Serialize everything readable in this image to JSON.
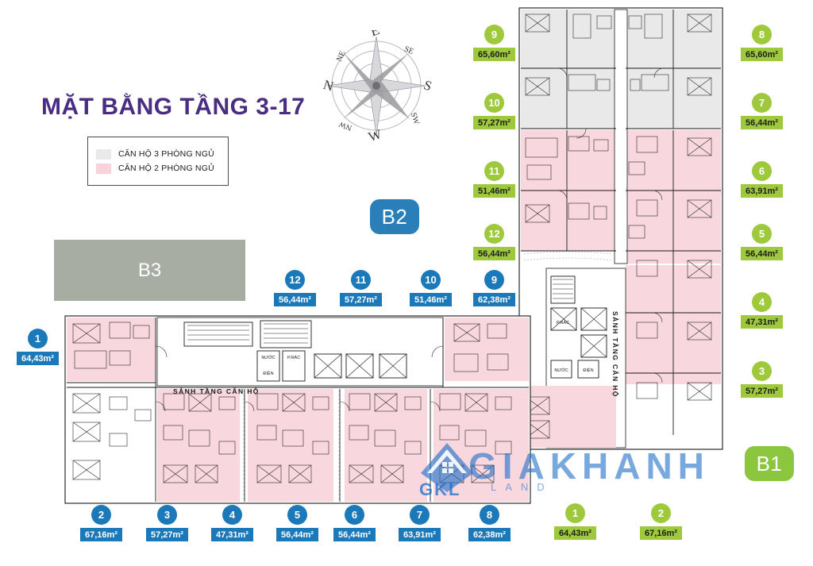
{
  "title": "MẶT BẰNG TẦNG 3-17",
  "legend": {
    "items": [
      {
        "label": "CĂN HỘ 3 PHÒNG NGỦ",
        "color": "#e9e9ea"
      },
      {
        "label": "CĂN HỘ 2 PHÒNG NGỦ",
        "color": "#f9d3dc"
      }
    ]
  },
  "blocks": {
    "b1": "B1",
    "b2": "B2",
    "b3": "B3"
  },
  "colors": {
    "blue": "#1b79ba",
    "green": "#9ec93c",
    "title_purple": "#4a2c83",
    "pink": "#f8d7de",
    "gray": "#e9e9ea",
    "b3_plate": "#a8ada3"
  },
  "compass": {
    "labels": [
      "E",
      "SE",
      "S",
      "SW",
      "W",
      "NW",
      "N",
      "NE"
    ]
  },
  "corridor_labels": {
    "left": "SẢNH TẦNG CĂN HỘ",
    "right": "SẢNH TẦNG CĂN HỘ",
    "core": [
      "P.RÁC",
      "NƯỚC",
      "ĐIỆN"
    ]
  },
  "watermark": {
    "main": "GIAKHANH",
    "sub": "LAND",
    "logo": "GKL"
  },
  "badges": {
    "left_side": [
      {
        "number": "1",
        "area": "64,43m²",
        "color": "blue"
      }
    ],
    "top_middle_row": [
      {
        "number": "12",
        "area": "56,44m²",
        "color": "blue"
      },
      {
        "number": "11",
        "area": "57,27m²",
        "color": "blue"
      },
      {
        "number": "10",
        "area": "51,46m²",
        "color": "blue"
      },
      {
        "number": "9",
        "area": "62,38m²",
        "color": "blue"
      }
    ],
    "bottom_row_blue": [
      {
        "number": "2",
        "area": "67,16m²",
        "color": "blue"
      },
      {
        "number": "3",
        "area": "57,27m²",
        "color": "blue"
      },
      {
        "number": "4",
        "area": "47,31m²",
        "color": "blue"
      },
      {
        "number": "5",
        "area": "56,44m²",
        "color": "blue"
      },
      {
        "number": "6",
        "area": "56,44m²",
        "color": "blue"
      },
      {
        "number": "7",
        "area": "63,91m²",
        "color": "blue"
      },
      {
        "number": "8",
        "area": "62,38m²",
        "color": "blue"
      }
    ],
    "bottom_row_green": [
      {
        "number": "1",
        "area": "64,43m²",
        "color": "green"
      },
      {
        "number": "2",
        "area": "67,16m²",
        "color": "green"
      }
    ],
    "left_green_column": [
      {
        "number": "9",
        "area": "65,60m²",
        "color": "green"
      },
      {
        "number": "10",
        "area": "57,27m²",
        "color": "green"
      },
      {
        "number": "11",
        "area": "51,46m²",
        "color": "green"
      },
      {
        "number": "12",
        "area": "56,44m²",
        "color": "green"
      }
    ],
    "right_green_column": [
      {
        "number": "8",
        "area": "65,60m²",
        "color": "green"
      },
      {
        "number": "7",
        "area": "56,44m²",
        "color": "green"
      },
      {
        "number": "6",
        "area": "63,91m²",
        "color": "green"
      },
      {
        "number": "5",
        "area": "56,44m²",
        "color": "green"
      },
      {
        "number": "4",
        "area": "47,31m²",
        "color": "green"
      },
      {
        "number": "3",
        "area": "57,27m²",
        "color": "green"
      }
    ]
  }
}
